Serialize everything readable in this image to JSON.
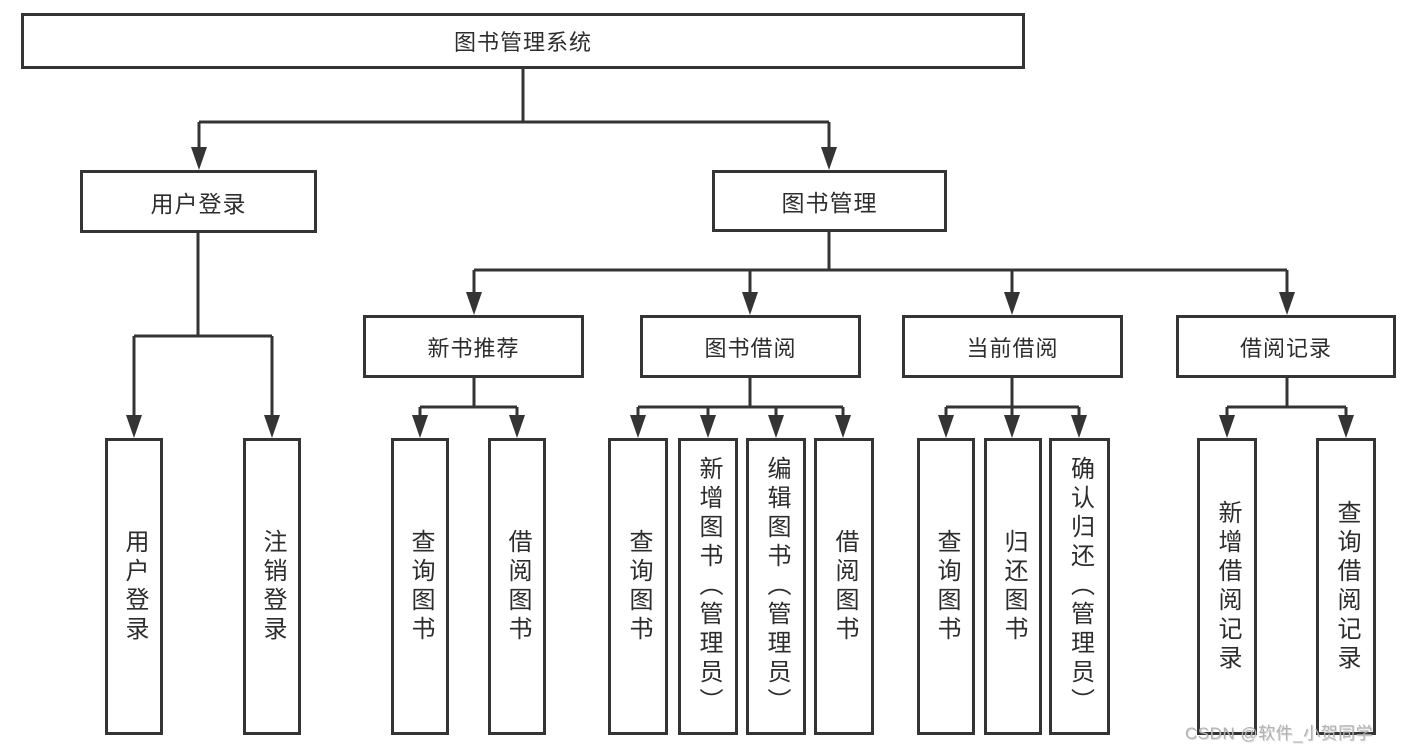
{
  "diagram": {
    "title": "图书管理系统",
    "level2": {
      "user_login": "用户登录",
      "book_mgmt": "图书管理"
    },
    "level3": {
      "new_books": "新书推荐",
      "borrow": "图书借阅",
      "current": "当前借阅",
      "records": "借阅记录"
    },
    "leaves": {
      "user_login": "用户登录",
      "logout": "注销登录",
      "nb_query": "查询图书",
      "nb_borrow": "借阅图书",
      "bw_query": "查询图书",
      "bw_add": "新增图书（管理员）",
      "bw_edit": "编辑图书（管理员）",
      "bw_borrow": "借阅图书",
      "cur_query": "查询图书",
      "cur_return": "归还图书",
      "cur_confirm": "确认归还（管理员）",
      "rec_add": "新增借阅记录",
      "rec_query": "查询借阅记录"
    }
  },
  "watermark": "CSDN @软件_小贺同学",
  "colors": {
    "line": "#343434",
    "box_border": "#343434",
    "background": "#ffffff",
    "watermark": "#b3b3b3"
  }
}
